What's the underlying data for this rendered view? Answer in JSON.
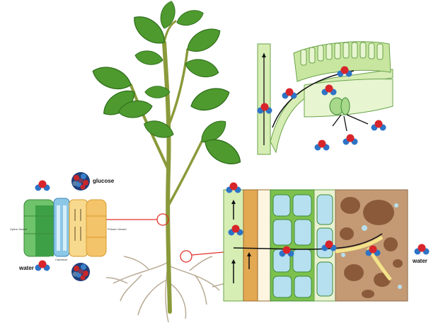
{
  "labels": {
    "glucose": "glucose",
    "water_left": "water",
    "water_right": "water",
    "xylem": "Xylem Vessel",
    "cambium": "Cambium",
    "phloem": "Phloem Vessel"
  },
  "colors": {
    "leaf": "#4e9a2e",
    "leaf_dark": "#2f6e1c",
    "stem": "#8a9a3a",
    "root": "#b9ab95",
    "callout": "#e0312b",
    "xylem": "#6fc36b",
    "cambium": "#8cc7e6",
    "phloem": "#f4c46a",
    "soil": "#c49a74",
    "oxygen": "#d8252b",
    "hydrogen": "#2e74c6"
  }
}
